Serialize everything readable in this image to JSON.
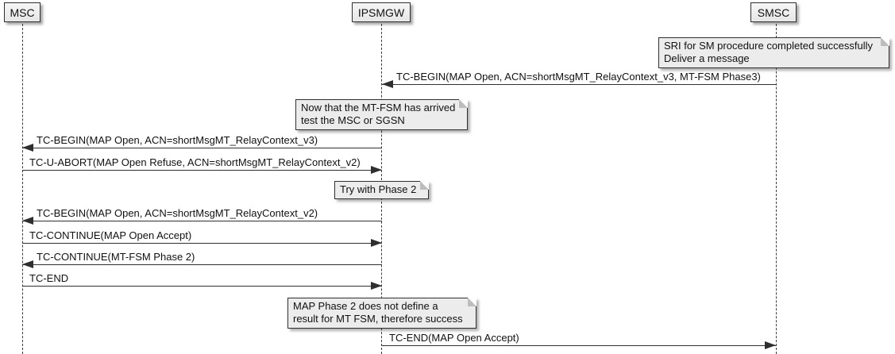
{
  "diagram_type": "uml-sequence",
  "participants": {
    "msc": "MSC",
    "ipsmgw": "IPSMGW",
    "smsc": "SMSC"
  },
  "messages": [
    {
      "label": "TC-BEGIN(MAP Open, ACN=shortMsgMT_RelayContext_v3, MT-FSM Phase3)",
      "from": "SMSC",
      "to": "IPSMGW"
    },
    {
      "label": "TC-BEGIN(MAP Open, ACN=shortMsgMT_RelayContext_v3)",
      "from": "IPSMGW",
      "to": "MSC"
    },
    {
      "label": "TC-U-ABORT(MAP Open Refuse, ACN=shortMsgMT_RelayContext_v2)",
      "from": "MSC",
      "to": "IPSMGW"
    },
    {
      "label": "TC-BEGIN(MAP Open, ACN=shortMsgMT_RelayContext_v2)",
      "from": "IPSMGW",
      "to": "MSC"
    },
    {
      "label": "TC-CONTINUE(MAP Open Accept)",
      "from": "MSC",
      "to": "IPSMGW"
    },
    {
      "label": "TC-CONTINUE(MT-FSM Phase 2)",
      "from": "IPSMGW",
      "to": "MSC"
    },
    {
      "label": "TC-END",
      "from": "MSC",
      "to": "IPSMGW"
    },
    {
      "label": "TC-END(MAP Open Accept)",
      "from": "IPSMGW",
      "to": "SMSC"
    }
  ],
  "notes": [
    {
      "anchor": "SMSC",
      "lines": [
        "SRI for SM procedure completed successfully",
        "Deliver a message"
      ]
    },
    {
      "anchor": "IPSMGW",
      "lines": [
        "Now that the MT-FSM has arrived",
        "test the MSC or SGSN"
      ]
    },
    {
      "anchor": "IPSMGW",
      "lines": [
        "Try with Phase 2"
      ]
    },
    {
      "anchor": "IPSMGW",
      "lines": [
        "MAP Phase 2 does not define a",
        "result for MT FSM, therefore success"
      ]
    }
  ],
  "colors": {
    "background": "#ffffff",
    "participant_fill": "#ececec",
    "note_fill": "#ececec",
    "border": "#2f2f2f",
    "arrow": "#2f2f2f",
    "text": "#111111"
  }
}
